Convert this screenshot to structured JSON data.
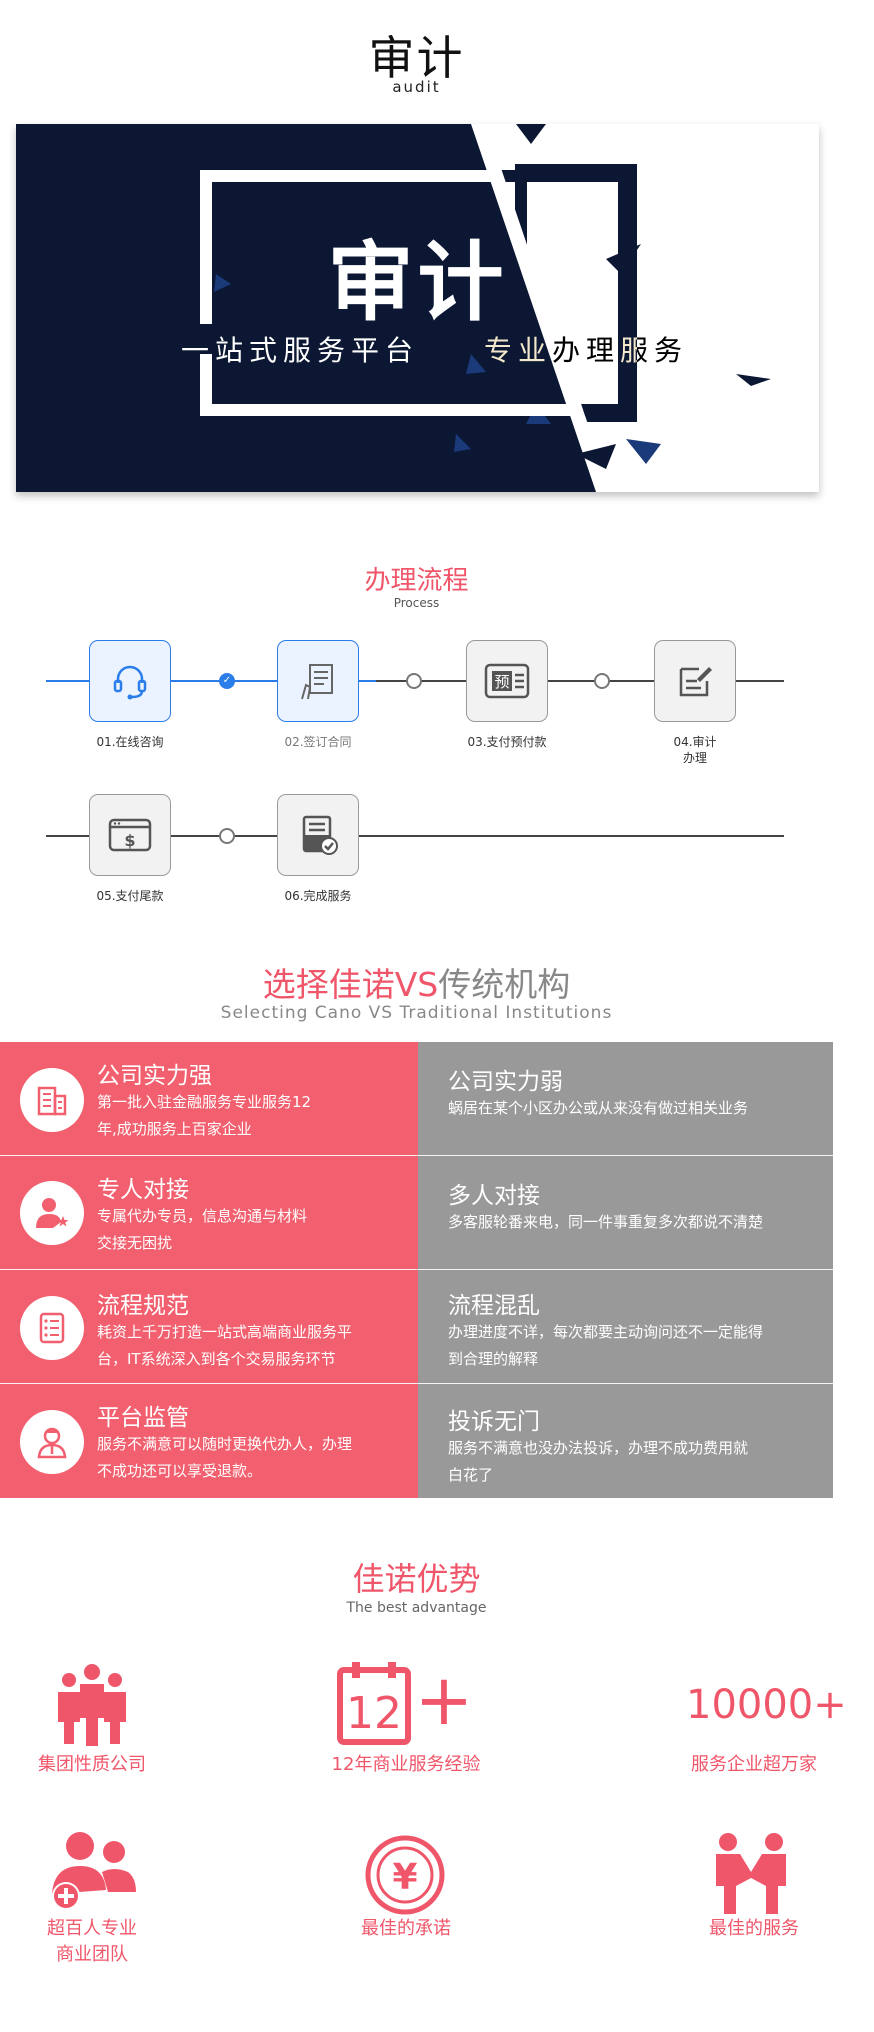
{
  "header": {
    "title": "审计",
    "subtitle": "audit"
  },
  "banner": {
    "title": "审计",
    "tagline_left": "一站式服务平台",
    "tagline_right": "专业办理服务"
  },
  "process": {
    "title": "办理流程",
    "subtitle": "Process",
    "steps": [
      {
        "label": "01.在线咨询",
        "icon": "headset-icon",
        "state": "active"
      },
      {
        "label": "02.签订合同",
        "icon": "contract-sign-icon",
        "state": "active"
      },
      {
        "label": "03.支付预付款",
        "icon": "prepay-icon",
        "state": "pending",
        "icon_text": "预"
      },
      {
        "label": "04.审计",
        "label2": "办理",
        "icon": "edit-form-icon",
        "state": "pending"
      },
      {
        "label": "05.支付尾款",
        "icon": "payment-card-icon",
        "state": "pending",
        "icon_text": "$"
      },
      {
        "label": "06.完成服务",
        "icon": "complete-doc-icon",
        "state": "pending"
      }
    ]
  },
  "compare": {
    "title_left": "选择佳诺",
    "title_vs": "VS",
    "title_right": "传统机构",
    "subtitle": "Selecting Cano VS Traditional Institutions",
    "rows": [
      {
        "icon": "building-icon",
        "left_title": "公司实力强",
        "left_line1": "第一批入驻金融服务专业服务12",
        "left_line2": "年,成功服务上百家企业",
        "right_title": "公司实力弱",
        "right_line1": "蜗居在某个小区办公或从来没有做过相关业务",
        "right_line2": ""
      },
      {
        "icon": "agent-icon",
        "left_title": "专人对接",
        "left_line1": "专属代办专员，信息沟通与材料",
        "left_line2": "交接无困扰",
        "right_title": "多人对接",
        "right_line1": "多客服轮番来电，同一件事重复多次都说不清楚",
        "right_line2": ""
      },
      {
        "icon": "checklist-icon",
        "left_title": "流程规范",
        "left_line1": "耗资上千万打造一站式高端商业服务平",
        "left_line2": "台，IT系统深入到各个交易服务环节",
        "right_title": "流程混乱",
        "right_line1": "办理进度不详，每次都要主动询问还不一定能得",
        "right_line2": "到合理的解释"
      },
      {
        "icon": "supervisor-icon",
        "left_title": "平台监管",
        "left_line1": "服务不满意可以随时更换代办人，办理",
        "left_line2": "不成功还可以享受退款。",
        "right_title": "投诉无门",
        "right_line1": "服务不满意也没办法投诉，办理不成功费用就",
        "right_line2": "白花了"
      }
    ]
  },
  "advantage": {
    "title": "佳诺优势",
    "subtitle": "The best advantage",
    "items": [
      {
        "label": "集团性质公司",
        "icon": "group-people-icon"
      },
      {
        "label": "12年商业服务经验",
        "icon": "calendar-12-icon",
        "icon_text": "12",
        "plus": "+"
      },
      {
        "label": "服务企业超万家",
        "big": "10000+"
      },
      {
        "label": "超百人专业",
        "label2": "商业团队",
        "icon": "team-add-icon"
      },
      {
        "label": "最佳的承诺",
        "icon": "yuan-coin-icon",
        "icon_text": "¥"
      },
      {
        "label": "最佳的服务",
        "icon": "handshake-people-icon"
      }
    ]
  },
  "colors": {
    "accent": "#f0566a",
    "navy": "#0b1733",
    "grey": "#999999",
    "blue": "#2b7de9"
  }
}
